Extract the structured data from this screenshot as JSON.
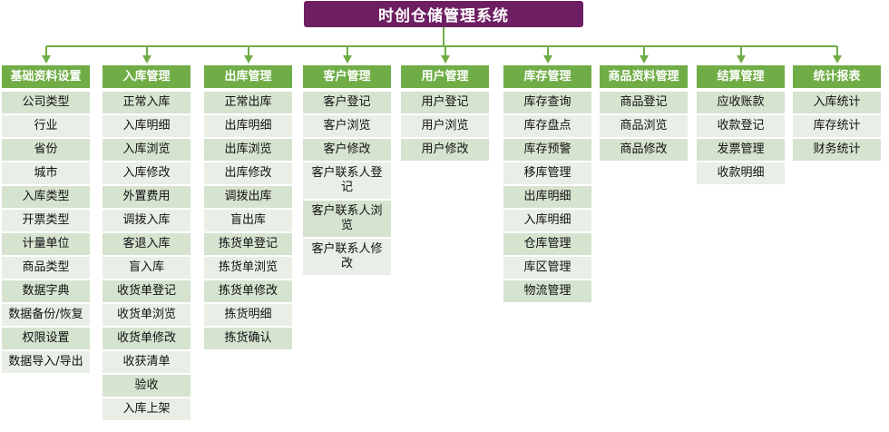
{
  "title": "时创仓储管理系统",
  "colors": {
    "title": "#6e1f63",
    "header": "#70ad47",
    "row_a": "#d5e3cf",
    "row_b": "#e9efe6",
    "line": "#70ad47"
  },
  "columns": [
    {
      "header": "基础资料设置",
      "items": [
        "公司类型",
        "行业",
        "省份",
        "城市",
        "入库类型",
        "开票类型",
        "计量单位",
        "商品类型",
        "数据字典",
        "数据备份/恢复",
        "权限设置",
        "数据导入/导出"
      ]
    },
    {
      "header": "入库管理",
      "items": [
        "正常入库",
        "入库明细",
        "入库浏览",
        "入库修改",
        "外置费用",
        "调拨入库",
        "客退入库",
        "盲入库",
        "收货单登记",
        "收货单浏览",
        "收货单修改",
        "收获清单",
        "验收",
        "入库上架"
      ]
    },
    {
      "header": "出库管理",
      "items": [
        "正常出库",
        "出库明细",
        "出库浏览",
        "出库修改",
        "调拨出库",
        "盲出库",
        "拣货单登记",
        "拣货单浏览",
        "拣货单修改",
        "拣货明细",
        "拣货确认"
      ]
    },
    {
      "header": "客户管理",
      "items": [
        "客户登记",
        "客户浏览",
        "客户修改",
        "客户联系人登记",
        "客户联系人浏览",
        "客户联系人修改"
      ]
    },
    {
      "header": "用户管理",
      "items": [
        "用户登记",
        "用户浏览",
        "用户修改"
      ]
    },
    {
      "header": "库存管理",
      "items": [
        "库存查询",
        "库存盘点",
        "库存预警",
        "移库管理",
        "出库明细",
        "入库明细",
        "仓库管理",
        "库区管理",
        "物流管理"
      ]
    },
    {
      "header": "商品资料管理",
      "items": [
        "商品登记",
        "商品浏览",
        "商品修改"
      ]
    },
    {
      "header": "结算管理",
      "items": [
        "应收账款",
        "收款登记",
        "发票管理",
        "收款明细"
      ]
    },
    {
      "header": "统计报表",
      "items": [
        "入库统计",
        "库存统计",
        "财务统计"
      ]
    }
  ]
}
